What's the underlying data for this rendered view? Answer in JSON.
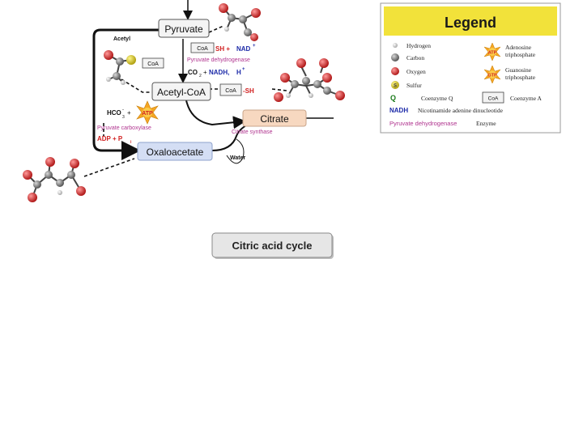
{
  "nodes": {
    "pyruvate": "Pyruvate",
    "acetyl_coa": "Acetyl-CoA",
    "citrate": "Citrate",
    "oxaloacetate": "Oxaloacetate"
  },
  "labels": {
    "acetyl": "Acetyl",
    "coa": "CoA",
    "sh_plus": "SH +",
    "nad": "NAD",
    "nad_sup": "+",
    "pyruvate_dehydrogenase": "Pyruvate dehydrogenase",
    "co2": "CO",
    "co2_sub": "2",
    "plus": "+",
    "nadh": "NADH,",
    "h": "H",
    "h_sup": "+",
    "coa_sh_box": "CoA",
    "sh": "-SH",
    "hco3": "HCO",
    "hco3_sub": "3",
    "hco3_sup": "-",
    "atp": "ATP",
    "pyruvate_carboxylase": "Pyruvate carboxylase",
    "adp": "ADP + P",
    "adp_sub": "i",
    "citrate_synthase": "Citrate synthase",
    "water": "Water"
  },
  "button": {
    "title": "Citric acid cycle"
  },
  "legend": {
    "title": "Legend",
    "items": [
      {
        "symbol": "hydrogen",
        "label": "Hydrogen"
      },
      {
        "symbol": "carbon",
        "label": "Carbon"
      },
      {
        "symbol": "oxygen",
        "label": "Oxygen"
      },
      {
        "symbol": "sulfur",
        "symbol_text": "S",
        "label": "Sulfur"
      }
    ],
    "items_right": [
      {
        "symbol": "atp",
        "symbol_text": "ATP",
        "label_line1": "Adenosine",
        "label_line2": "triphosphate"
      },
      {
        "symbol": "gtp",
        "symbol_text": "GTP",
        "label_line1": "Guanosine",
        "label_line2": "triphosphate"
      }
    ],
    "text_rows": [
      {
        "code": "Q",
        "label": "Coenzyme Q",
        "code2": "CoA",
        "label2": "Coenzyme A"
      },
      {
        "code": "NADH",
        "label": "Nicotinamide adenine dinucleotide"
      },
      {
        "code": "Pyruvate dehydrogenase",
        "label": "Enzyme"
      }
    ]
  },
  "colors": {
    "oxygen": "#d42a2a",
    "carbon": "#8a8a8a",
    "hydrogen": "#e8e8e8",
    "sulfur": "#d9c91e",
    "atp": "#f5a623",
    "legend_header": "#f2e23a",
    "enzyme": "#b0348f",
    "nad": "#1c2aa8",
    "red_text": "#d11f1f",
    "citrate_fill": "#f7d8c0",
    "oxaloacetate_fill": "#d4def4",
    "button_fill": "#e6e6e6"
  }
}
